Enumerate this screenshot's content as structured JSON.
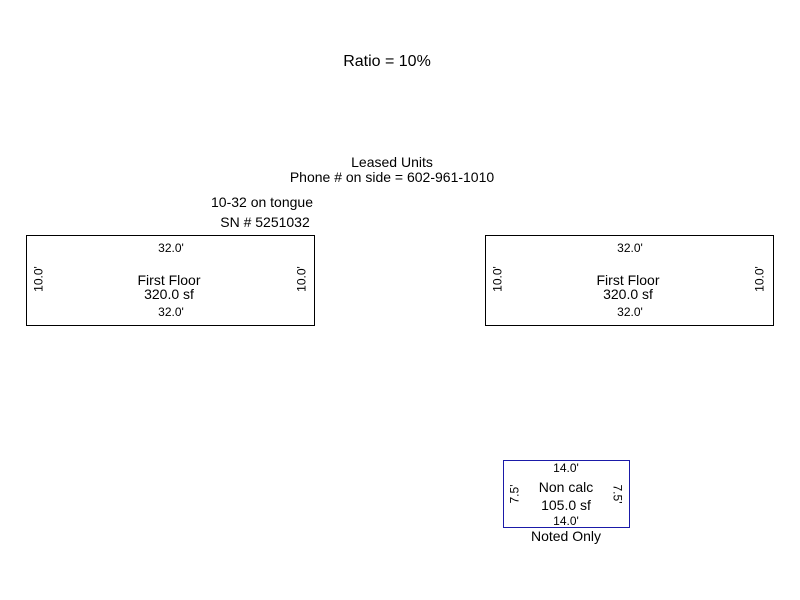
{
  "header": {
    "ratio": "Ratio = 10%",
    "title": "Leased Units",
    "phone": "Phone # on side = 602-961-1010"
  },
  "notes": {
    "tongue": "10-32 on tongue",
    "serial": "SN # 5251032"
  },
  "areas": [
    {
      "top_dim": "32.0'",
      "bottom_dim": "32.0'",
      "left_dim": "10.0'",
      "right_dim": "10.0'",
      "label": "First Floor",
      "area": "320.0 sf",
      "border_color": "#000000"
    },
    {
      "top_dim": "32.0'",
      "bottom_dim": "32.0'",
      "left_dim": "10.0'",
      "right_dim": "10.0'",
      "label": "First Floor",
      "area": "320.0 sf",
      "border_color": "#000000"
    },
    {
      "top_dim": "14.0'",
      "bottom_dim": "14.0'",
      "left_dim": "7.5'",
      "right_dim": "7.5'",
      "label": "Non calc",
      "area": "105.0 sf",
      "caption": "Noted Only",
      "border_color": "#1a1aa8"
    }
  ]
}
